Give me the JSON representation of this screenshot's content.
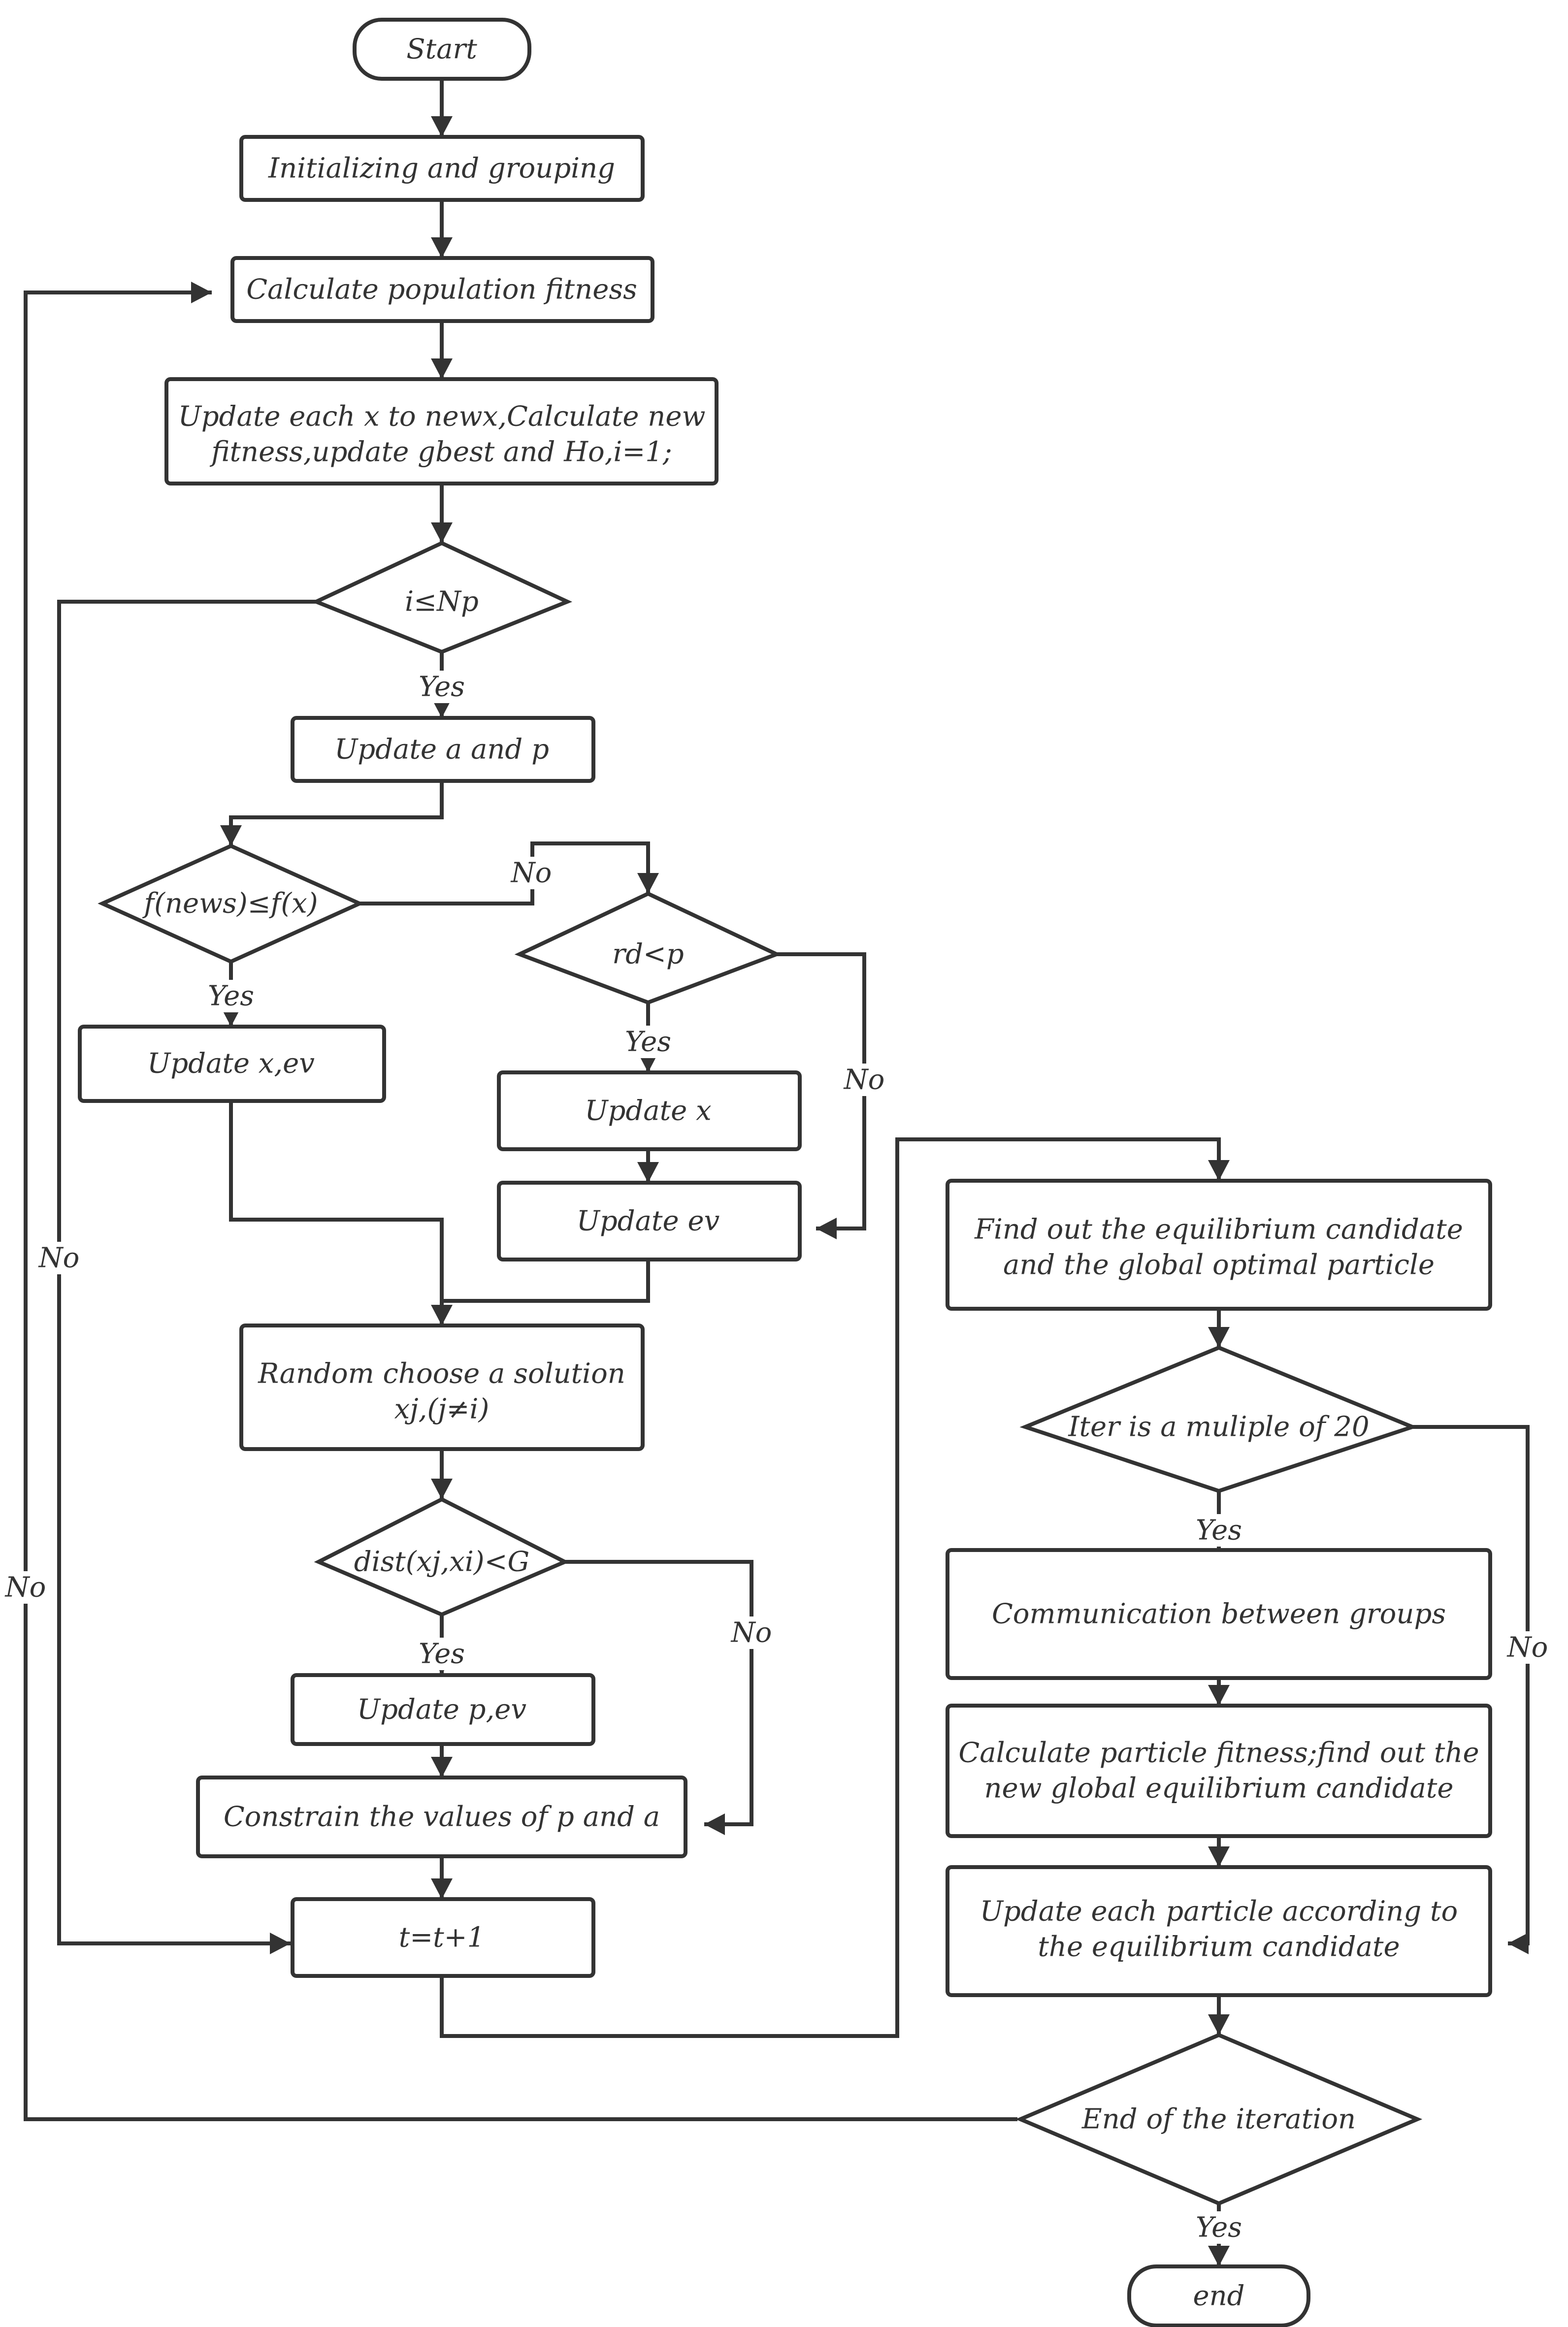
{
  "colors": {
    "stroke": "#333333",
    "text": "#333333",
    "background": "#ffffff"
  },
  "nodes": {
    "start": "Start",
    "init": "Initializing and grouping",
    "calc_fitness": "Calculate population fitness",
    "update_each_x": [
      "Update each x to newx,Calculate new",
      "fitness,update gbest and Ho,i=1;"
    ],
    "cond_i_np": "i≤Np",
    "update_a_p": "Update a and p",
    "cond_fnews": "f(news)≤f(x)",
    "update_x_ev": "Update x,ev",
    "cond_rd_p": "rd<p",
    "update_x": "Update x",
    "update_ev": "Update ev",
    "random_choose": [
      "Random choose a solution",
      "xj,(j≠i)"
    ],
    "cond_dist": "dist(xj,xi)<G",
    "update_p_ev": "Update p,ev",
    "constrain": "Constrain the values of p and a",
    "t_increment": "t=t+1",
    "find_equilibrium": [
      "Find out the equilibrium candidate",
      "and the global optimal particle"
    ],
    "cond_iter_multiple": "Iter is a muliple of 20",
    "communication": "Communication between groups",
    "calc_particle": [
      "Calculate particle fitness;find out the",
      "new global equilibrium candidate"
    ],
    "update_particle": [
      "Update each particle according to",
      "the equilibrium candidate"
    ],
    "cond_end_iter": "End of the iteration",
    "end": "end"
  },
  "edge_labels": {
    "yes_i_np": "Yes",
    "no_fnews": "No",
    "yes_fnews": "Yes",
    "yes_rd": "Yes",
    "no_rd": "No",
    "no_i_np": "No",
    "yes_dist": "Yes",
    "no_dist": "No",
    "no_end": "No",
    "yes_iter": "Yes",
    "no_iter": "No",
    "yes_end": "Yes"
  }
}
